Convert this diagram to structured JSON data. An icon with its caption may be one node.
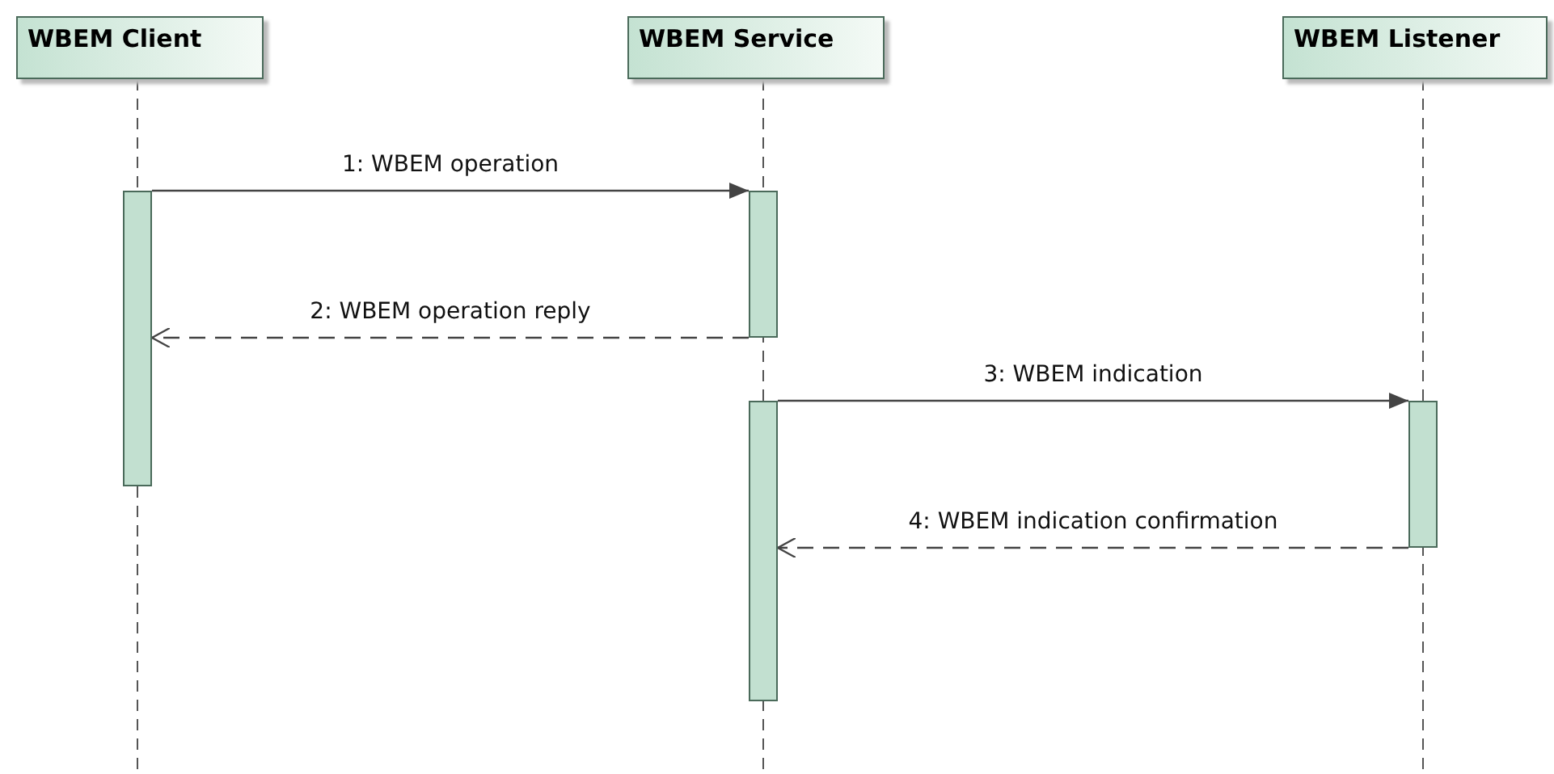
{
  "diagram": {
    "nodes": [
      {
        "text": [
          "WBEM Client"
        ]
      },
      {
        "text": [
          "WBEM Service"
        ]
      },
      {
        "text": [
          "WBEM Listener"
        ]
      },
      {
        "text": [],
        "shape": "bar"
      },
      {
        "text": [],
        "shape": "bar"
      },
      {
        "text": [],
        "shape": "bar"
      },
      {
        "text": [],
        "shape": "bar"
      }
    ],
    "edges": [
      {
        "from": 3,
        "to": 4,
        "arrow": "to",
        "label": "1: WBEM operation"
      },
      {
        "from": 4,
        "to": 3,
        "arrow": "to",
        "label": "2: WBEM operation reply",
        "style": "dashed"
      },
      {
        "from": 5,
        "to": 6,
        "arrow": "to",
        "label": "3: WBEM indication"
      },
      {
        "from": 6,
        "to": 5,
        "arrow": "to",
        "label": "4: WBEM indication confirmation",
        "style": "dashed"
      }
    ]
  }
}
